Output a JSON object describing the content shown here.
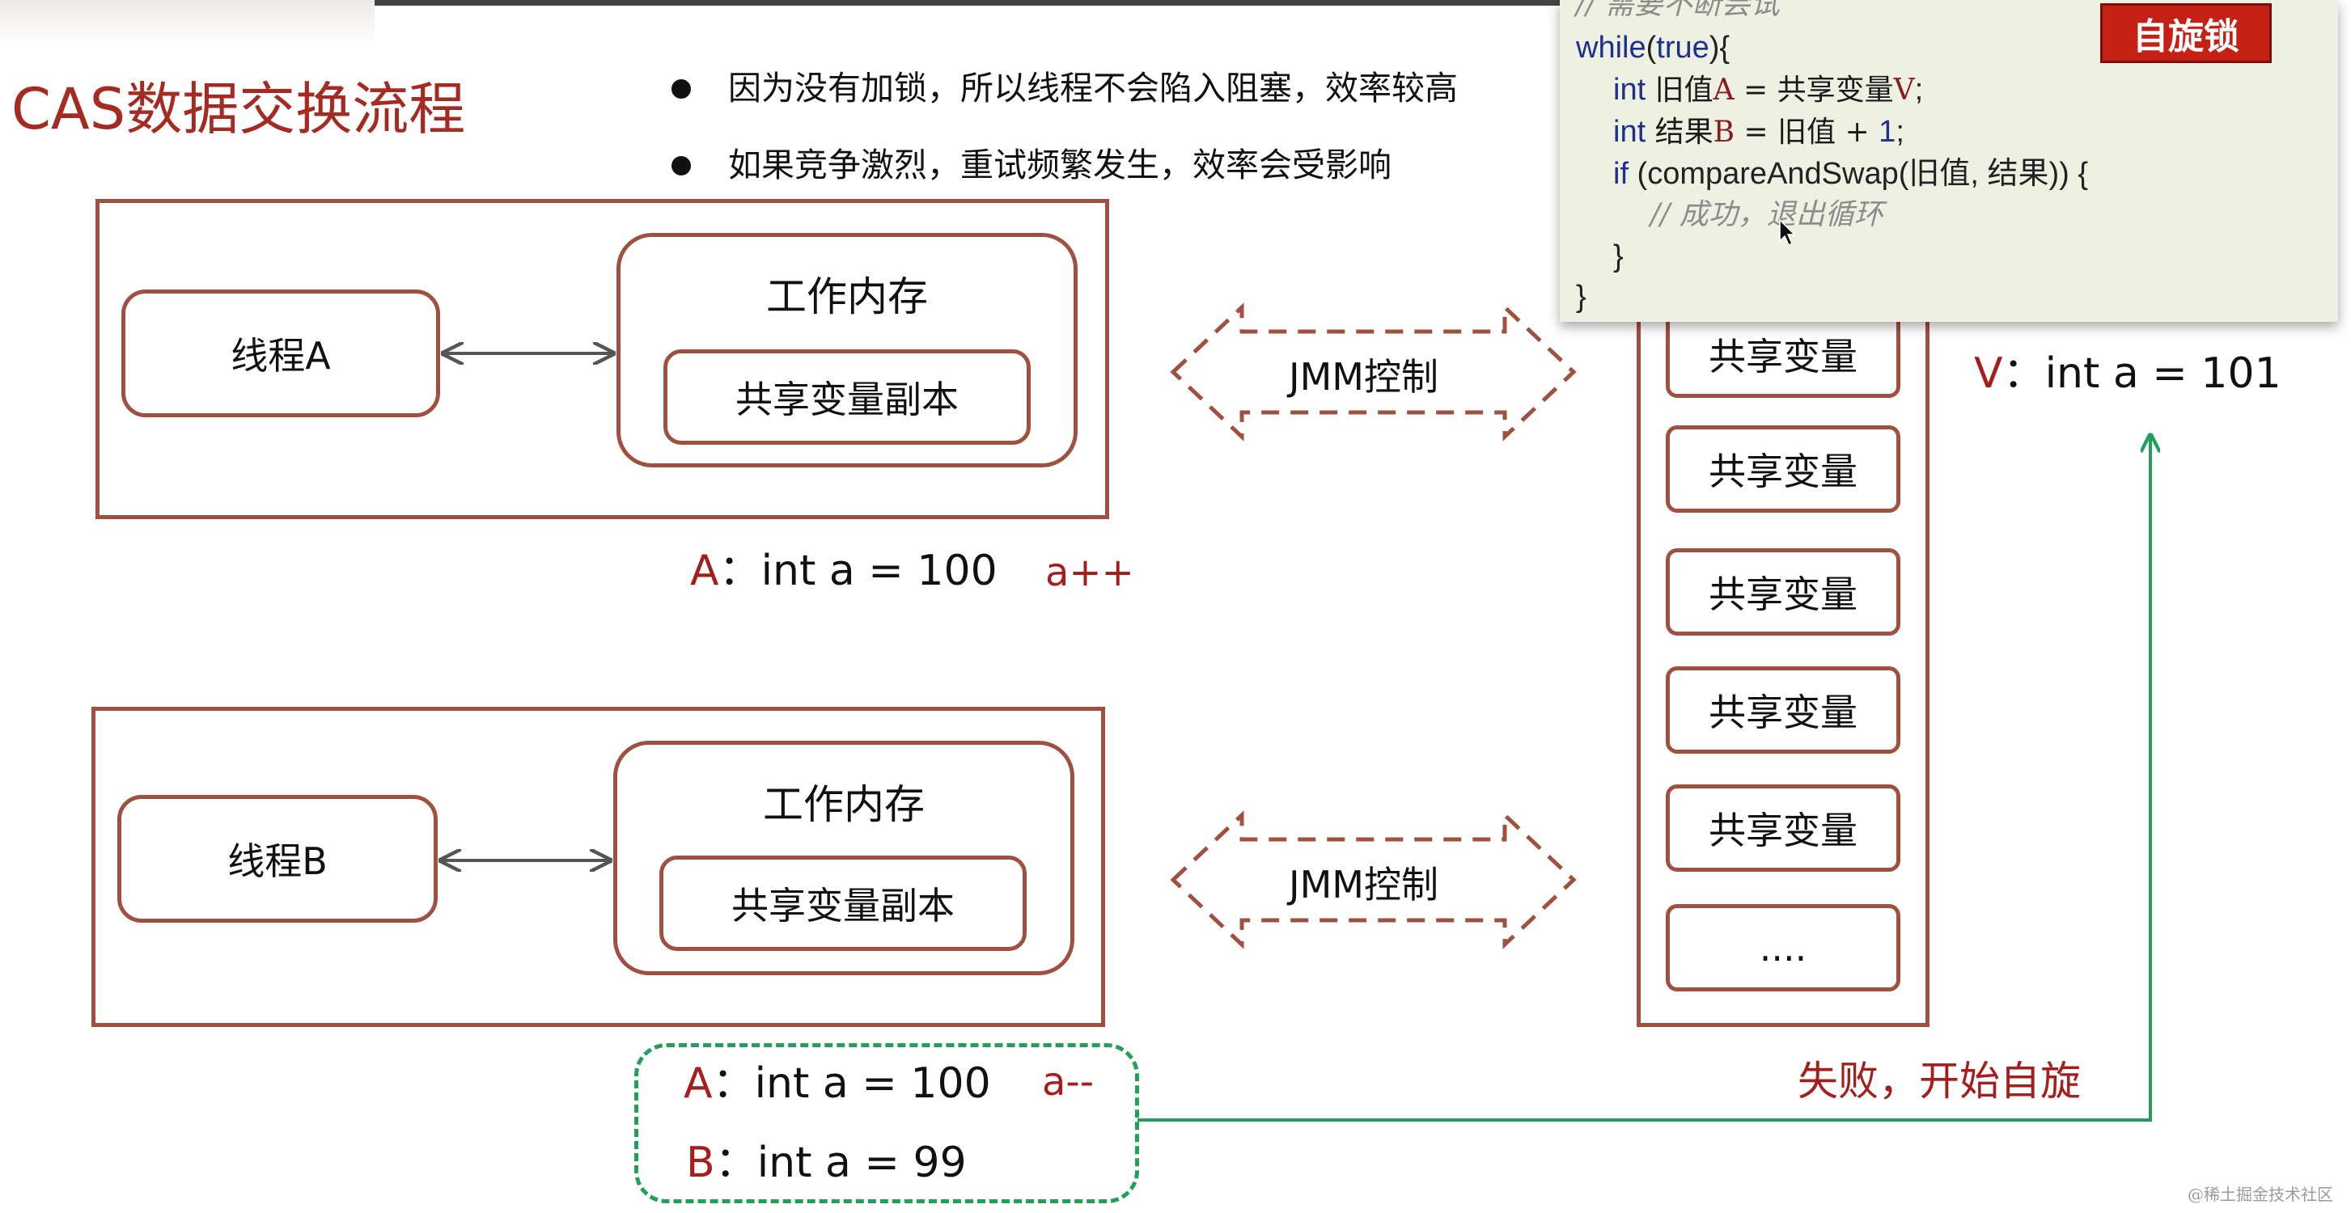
{
  "title": "CAS数据交换流程",
  "bullets": [
    "因为没有加锁，所以线程不会陷入阻塞，效率较高",
    "如果竞争激烈，重试频繁发生，效率会受影响"
  ],
  "threads": [
    {
      "name": "线程A",
      "working_memory": "工作内存",
      "copy": "共享变量副本",
      "jmm": "JMM控制"
    },
    {
      "name": "线程B",
      "working_memory": "工作内存",
      "copy": "共享变量副本",
      "jmm": "JMM控制"
    }
  ],
  "labels": {
    "thread_a_prefix": "A",
    "thread_a_value": "：int a = 100",
    "thread_a_op": "a++",
    "green_a_prefix": "A",
    "green_a_value": "：int a = 100",
    "green_a_op": "a--",
    "green_b_prefix": "B",
    "green_b_value": "：int a = 99",
    "v_prefix": "V",
    "v_value": "：int a = 101",
    "fail": "失败，开始自旋"
  },
  "main_memory": [
    "共享变量",
    "共享变量",
    "共享变量",
    "共享变量",
    "共享变量",
    "...."
  ],
  "code": {
    "comment_top": "// 需要不断尝试",
    "while_kw": "while",
    "while_open": "(",
    "true_kw": "true",
    "while_close": "){",
    "l2_int": "int",
    "l2_name": " 旧值",
    "l2_a": "A",
    "l2_eq": " = 共享变量",
    "l2_v": "V",
    "l2_end": ";",
    "l3_int": "int",
    "l3_name": " 结果",
    "l3_b": "B",
    "l3_eq": " = 旧值  + ",
    "l3_one": "1",
    "l3_end": ";",
    "l4_if": "if",
    "l4_rest": " (compareAndSwap(旧值, 结果)) {",
    "l5_comment": "// 成功，退出循环",
    "l6": "}",
    "l7": "}"
  },
  "badge": "自旋锁",
  "watermark": "@稀土掘金技术社区",
  "colors": {
    "box_border": "#a0503f",
    "title_red": "#a52a22",
    "value_red": "#a51d1d",
    "green": "#21a05a",
    "badge_red": "#c42016",
    "code_bg": "#eef0e2"
  }
}
